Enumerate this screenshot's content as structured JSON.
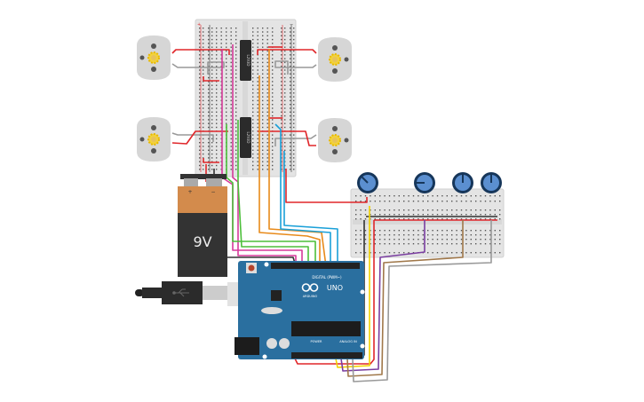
{
  "colors": {
    "breadboard": "#e4e4e4",
    "arduino": "#2a6f9f",
    "battery_top": "#d38b4c",
    "battery_body": "#333333",
    "motor": "#d6d6d6",
    "gear": "#f2d23b",
    "pot": "#16365a",
    "pot_knob": "#5b8fd0",
    "wire_red": "#e0262a",
    "wire_black": "#333333",
    "wire_pink": "#d63a9a",
    "wire_green": "#4cbf3a",
    "wire_orange": "#e88a1a",
    "wire_blue": "#1aa0d8",
    "wire_yellow": "#f2d200",
    "wire_purple": "#7a3ea0",
    "wire_brown": "#a0784a",
    "wire_gray": "#999999"
  },
  "battery": {
    "label": "9V",
    "plus": "+",
    "minus": "−"
  },
  "arduino": {
    "brand": "ARDUINO",
    "model": "UNO",
    "digital_label": "DIGITAL (PWM~)",
    "power_label": "POWER",
    "analog_label": "ANALOG IN"
  },
  "chips": [
    {
      "label": "L293D"
    },
    {
      "label": "L293D"
    }
  ],
  "breadboard": {
    "plus": "+",
    "minus": "−"
  },
  "potentiometers": [
    {
      "icon": "potentiometer-icon"
    },
    {
      "icon": "potentiometer-icon"
    },
    {
      "icon": "potentiometer-icon"
    },
    {
      "icon": "potentiometer-icon"
    }
  ],
  "motors": [
    {
      "icon": "dc-motor-icon"
    },
    {
      "icon": "dc-motor-icon"
    },
    {
      "icon": "dc-motor-icon"
    },
    {
      "icon": "dc-motor-icon"
    }
  ]
}
